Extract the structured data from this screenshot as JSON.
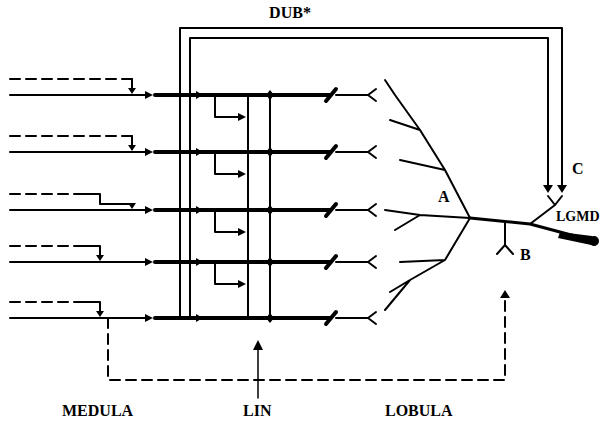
{
  "diagram": {
    "labels": [
      "DUB*",
      "MEDULA",
      "LIN",
      "LOBULA",
      "A",
      "B",
      "C",
      "LGMD"
    ]
  }
}
